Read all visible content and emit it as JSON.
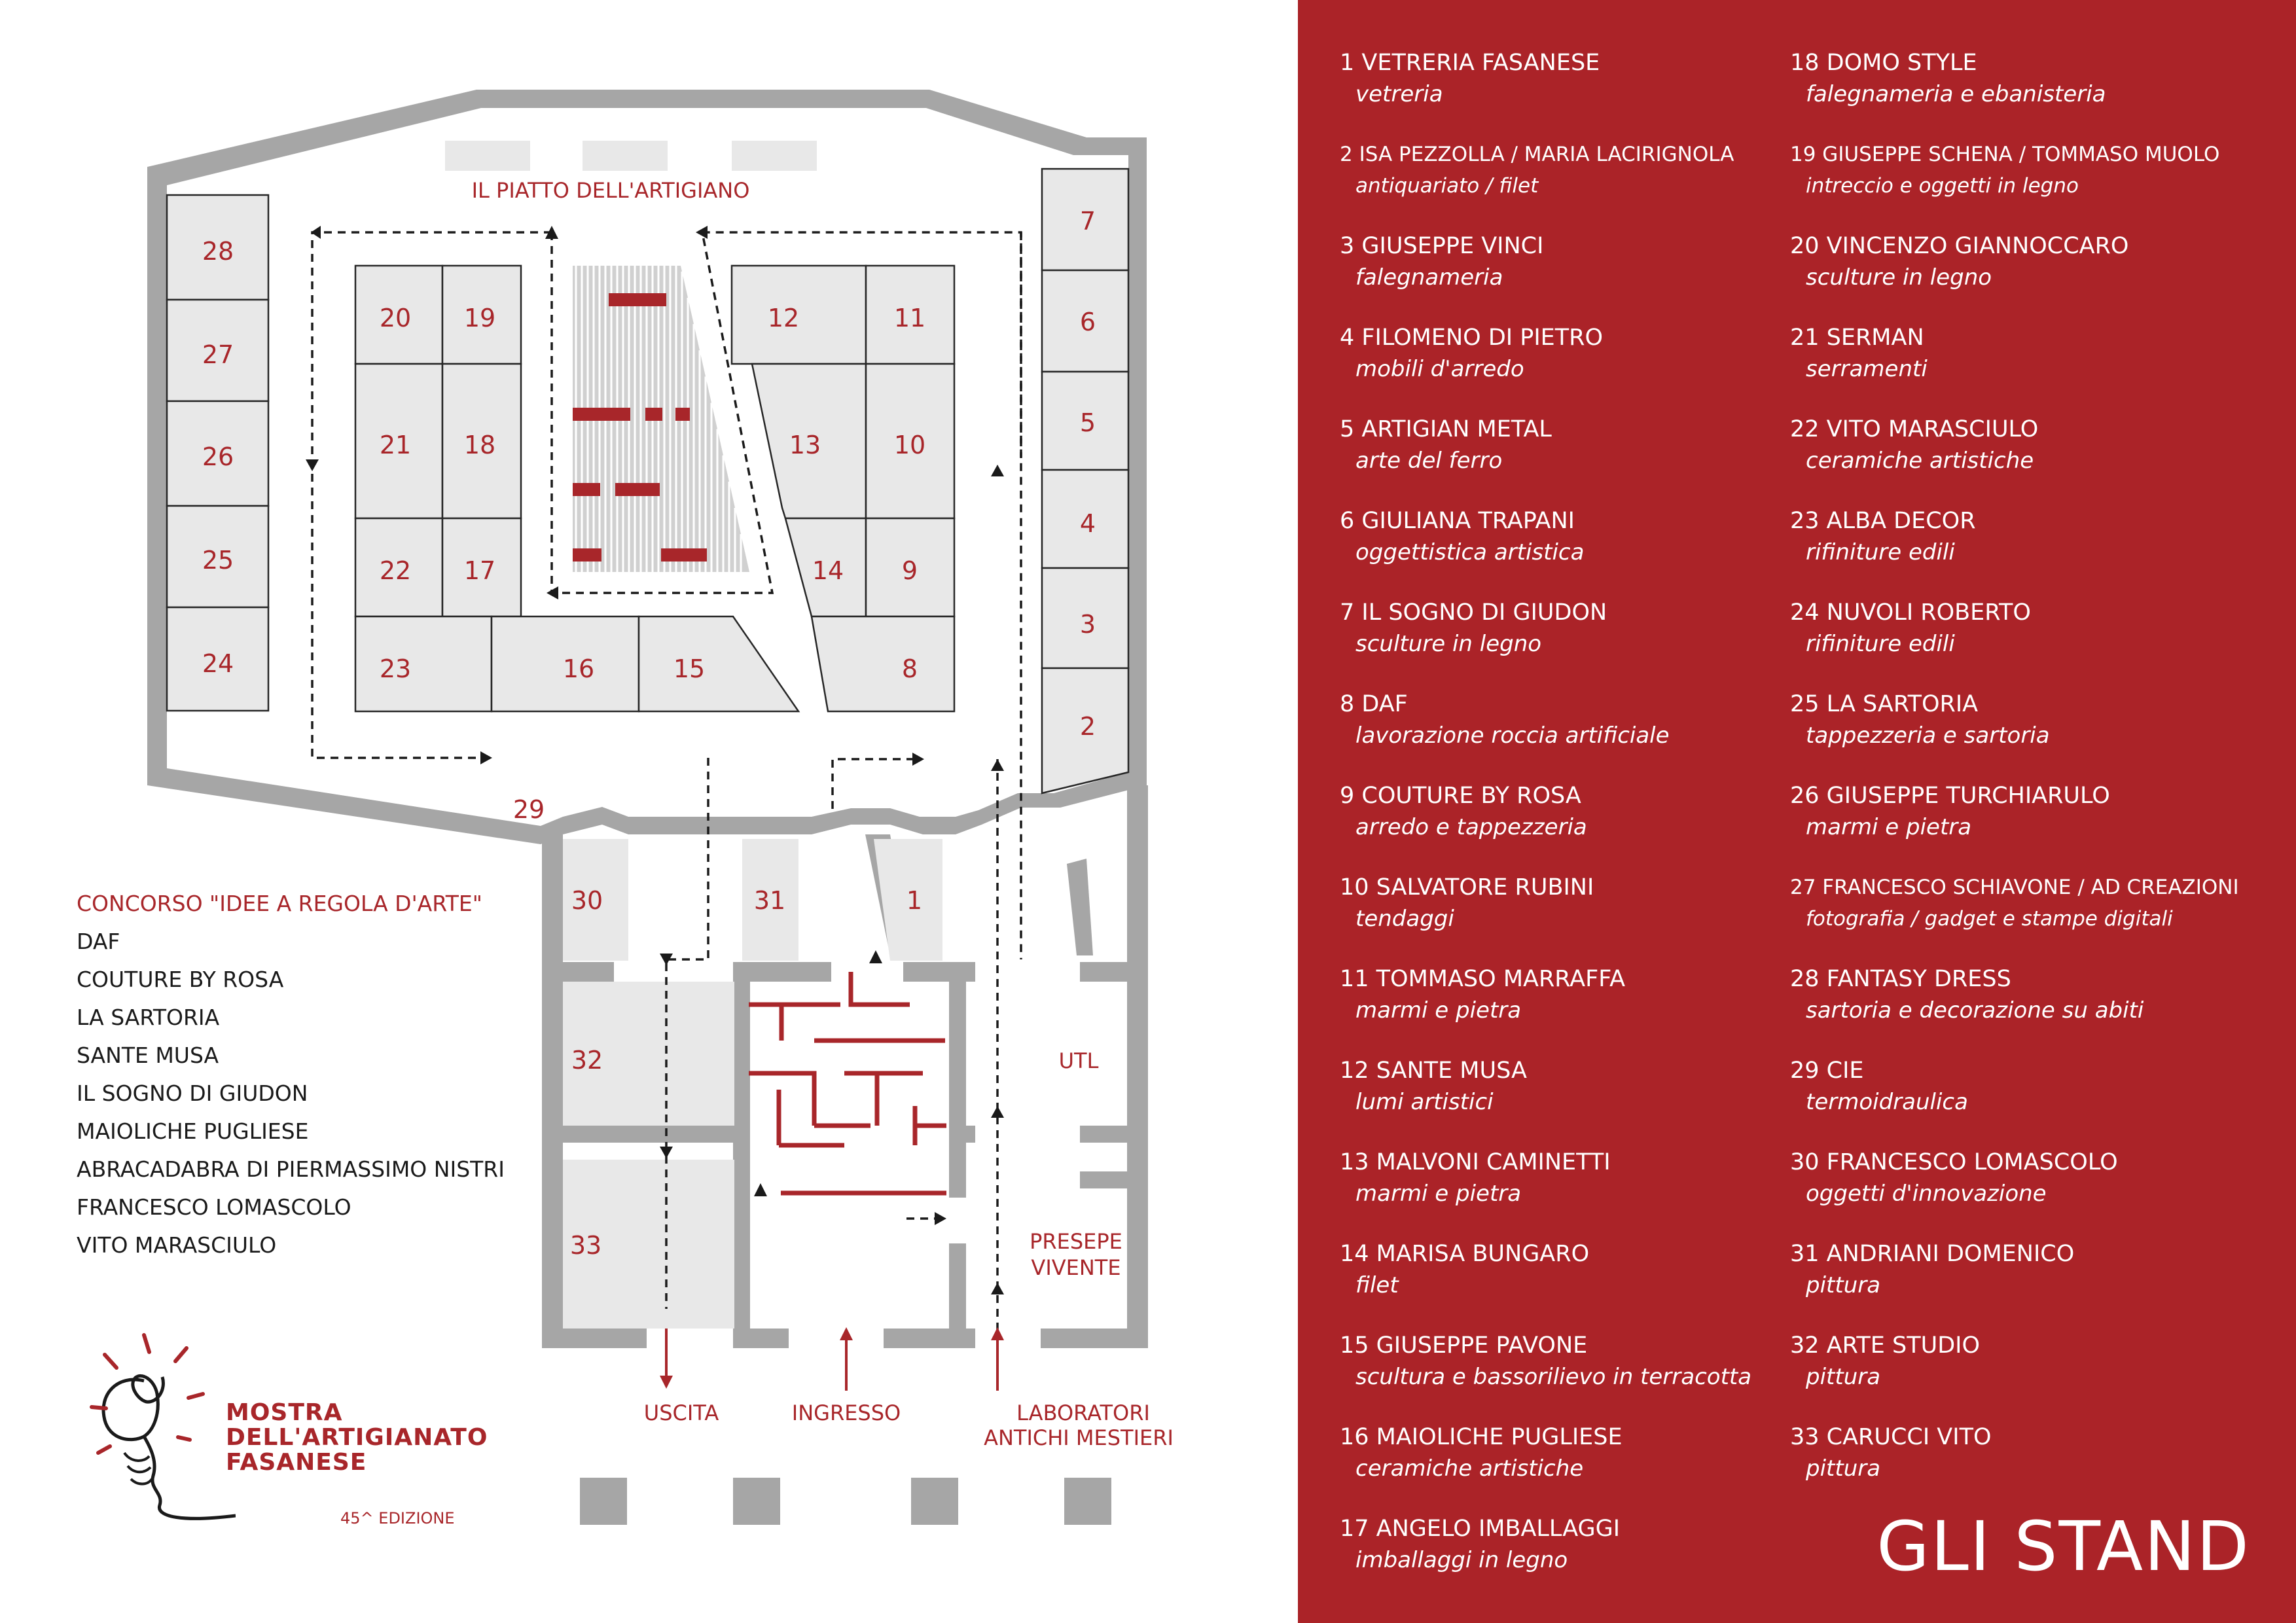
{
  "map": {
    "area_title": "IL PIATTO DELL'ARTIGIANO",
    "stand_29_label": "29",
    "utl": "UTL",
    "presepe": [
      "PRESEPE",
      "VIVENTE"
    ],
    "exits": {
      "uscita": "USCITA",
      "ingresso": "INGRESSO",
      "laboratori": [
        "LABORATORI",
        "ANTICHI MESTIERI"
      ]
    },
    "stands": [
      "28",
      "27",
      "26",
      "25",
      "24",
      "20",
      "19",
      "21",
      "18",
      "22",
      "17",
      "23",
      "16",
      "15",
      "12",
      "11",
      "13",
      "10",
      "14",
      "9",
      "8",
      "7",
      "6",
      "5",
      "4",
      "3",
      "2",
      "30",
      "31",
      "1",
      "32",
      "33"
    ]
  },
  "contest": {
    "title": "CONCORSO \"IDEE A REGOLA D'ARTE\"",
    "items": [
      "DAF",
      "COUTURE BY ROSA",
      "LA SARTORIA",
      "SANTE MUSA",
      "IL SOGNO DI GIUDON",
      "MAIOLICHE PUGLIESE",
      "ABRACADABRA DI PIERMASSIMO NISTRI",
      "FRANCESCO LOMASCOLO",
      "VITO MARASCIULO"
    ]
  },
  "logo": {
    "line1": "MOSTRA",
    "line2": "DELL'ARTIGIANATO",
    "line3": "FASANESE",
    "edition": "45^ EDIZIONE"
  },
  "panel": {
    "title": "GLI STAND",
    "left_column": [
      {
        "name": "1 VETRERIA FASANESE",
        "desc": "vetreria"
      },
      {
        "name": "2 ISA PEZZOLLA / MARIA LACIRIGNOLA",
        "desc": "antiquariato / filet"
      },
      {
        "name": "3 GIUSEPPE VINCI",
        "desc": "falegnameria"
      },
      {
        "name": "4 FILOMENO DI PIETRO",
        "desc": "mobili d'arredo"
      },
      {
        "name": "5 ARTIGIAN METAL",
        "desc": "arte del ferro"
      },
      {
        "name": "6 GIULIANA TRAPANI",
        "desc": "oggettistica artistica"
      },
      {
        "name": "7 IL SOGNO DI GIUDON",
        "desc": "sculture in legno"
      },
      {
        "name": "8 DAF",
        "desc": "lavorazione roccia artificiale"
      },
      {
        "name": "9 COUTURE BY ROSA",
        "desc": "arredo e tappezzeria"
      },
      {
        "name": "10 SALVATORE RUBINI",
        "desc": "tendaggi"
      },
      {
        "name": "11 TOMMASO MARRAFFA",
        "desc": "marmi e pietra"
      },
      {
        "name": "12 SANTE MUSA",
        "desc": "lumi artistici"
      },
      {
        "name": "13 MALVONI CAMINETTI",
        "desc": "marmi e pietra"
      },
      {
        "name": "14 MARISA BUNGARO",
        "desc": "filet"
      },
      {
        "name": "15 GIUSEPPE PAVONE",
        "desc": "scultura e bassorilievo in terracotta"
      },
      {
        "name": "16 MAIOLICHE PUGLIESE",
        "desc": "ceramiche artistiche"
      },
      {
        "name": "17 ANGELO IMBALLAGGI",
        "desc": "imballaggi in legno"
      }
    ],
    "right_column": [
      {
        "name": "18 DOMO STYLE",
        "desc": "falegnameria e ebanisteria"
      },
      {
        "name": "19 GIUSEPPE SCHENA / TOMMASO MUOLO",
        "desc": "intreccio e oggetti in legno"
      },
      {
        "name": "20 VINCENZO GIANNOCCARO",
        "desc": "sculture in legno"
      },
      {
        "name": "21 SERMAN",
        "desc": "serramenti"
      },
      {
        "name": "22 VITO MARASCIULO",
        "desc": "ceramiche artistiche"
      },
      {
        "name": "23 ALBA DECOR",
        "desc": "rifiniture edili"
      },
      {
        "name": "24 NUVOLI ROBERTO",
        "desc": "rifiniture edili"
      },
      {
        "name": "25 LA SARTORIA",
        "desc": "tappezzeria e sartoria"
      },
      {
        "name": "26 GIUSEPPE TURCHIARULO",
        "desc": "marmi e pietra"
      },
      {
        "name": "27 FRANCESCO SCHIAVONE / AD CREAZIONI",
        "desc": "fotografia / gadget e stampe digitali"
      },
      {
        "name": "28 FANTASY DRESS",
        "desc": "sartoria e decorazione su abiti"
      },
      {
        "name": "29 CIE",
        "desc": "termoidraulica"
      },
      {
        "name": "30 FRANCESCO LOMASCOLO",
        "desc": "oggetti d'innovazione"
      },
      {
        "name": "31 ANDRIANI DOMENICO",
        "desc": "pittura"
      },
      {
        "name": "32 ARTE STUDIO",
        "desc": "pittura"
      },
      {
        "name": "33 CARUCCI VITO",
        "desc": "pittura"
      }
    ]
  },
  "colors": {
    "accent": "#ab2328",
    "stand_fill": "#e8e8e8",
    "wall": "#a6a6a6"
  }
}
